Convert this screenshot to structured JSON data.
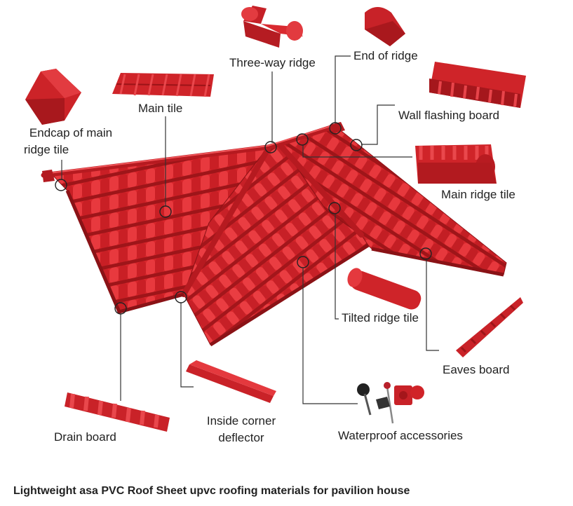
{
  "labels": {
    "three_way_ridge": "Three-way ridge",
    "end_of_ridge": "End of ridge",
    "main_tile": "Main tile",
    "wall_flashing_board": "Wall flashing board",
    "endcap_line1": "Endcap of main",
    "endcap_line2": "ridge tile",
    "main_ridge_tile": "Main ridge tile",
    "tilted_ridge_tile": "Tilted ridge tile",
    "eaves_board": "Eaves board",
    "drain_board": "Drain board",
    "inside_corner_line1": "Inside corner",
    "inside_corner_line2": "deflector",
    "waterproof_accessories": "Waterproof accessories"
  },
  "caption": "Lightweight asa PVC Roof Sheet upvc roofing materials for pavilion house",
  "colors": {
    "tile_red": "#d9252b",
    "tile_dark": "#a3161b",
    "tile_light": "#f0494e",
    "line": "#333333",
    "text": "#222222"
  }
}
